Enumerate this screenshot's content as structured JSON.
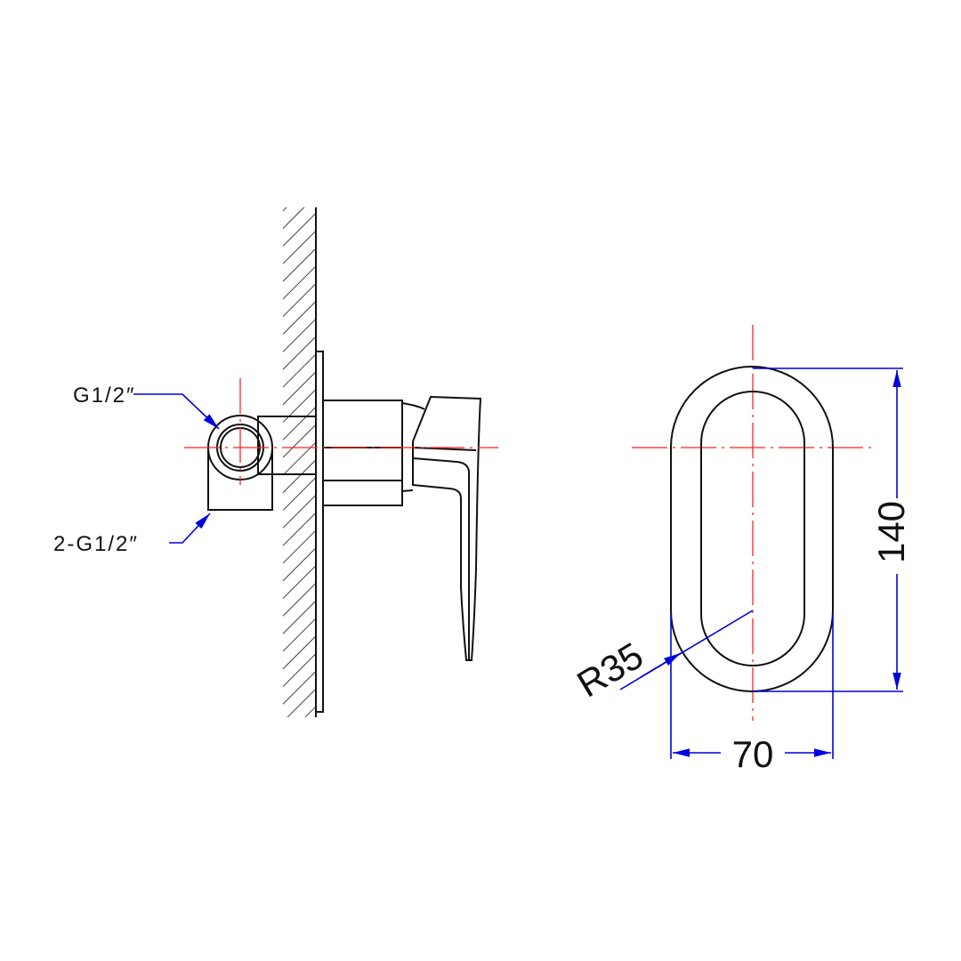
{
  "labels": {
    "inlet": "G1/2″",
    "outlets": "2-G1/2″",
    "height_dim": "140",
    "width_dim": "70",
    "radius_dim": "R35"
  },
  "colors": {
    "outline": "#111111",
    "centerline": "#ff2222",
    "dimension": "#0000e0"
  }
}
